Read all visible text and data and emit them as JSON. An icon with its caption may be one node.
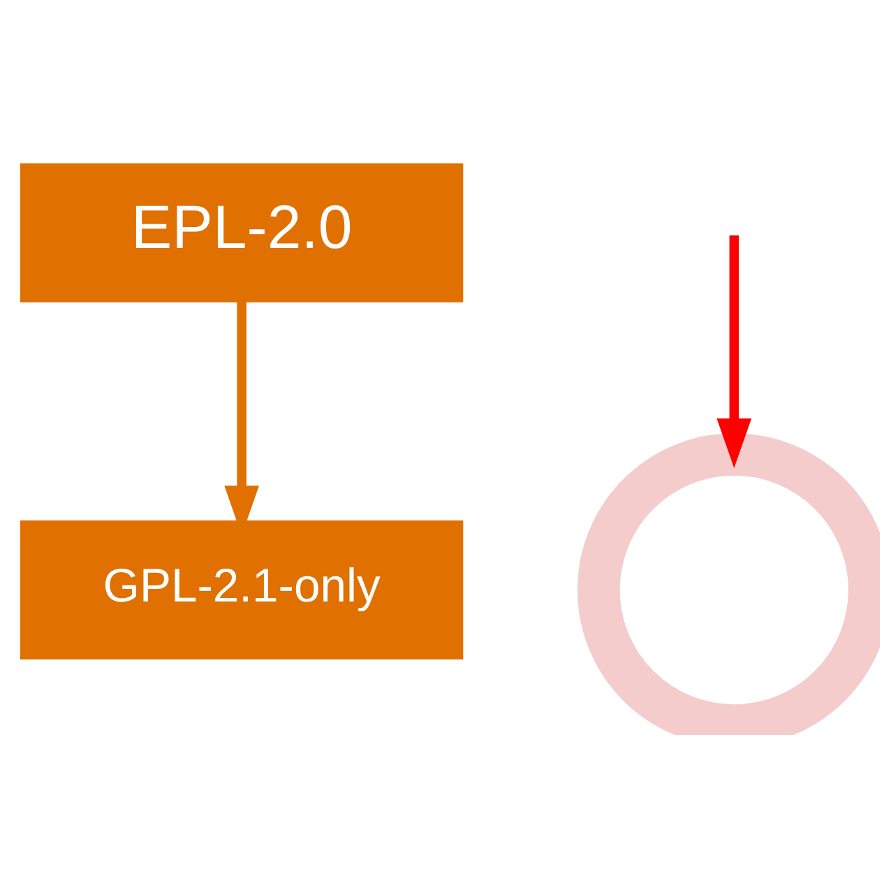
{
  "diagram": {
    "nodes": [
      {
        "text": [
          "EPL-2.0"
        ]
      },
      {
        "text": [
          "GPL-2.1-only"
        ]
      },
      {
        "text": [],
        "shape": "circle"
      }
    ],
    "edges": [
      {
        "from": 0,
        "to": 1,
        "arrow": "to"
      },
      {
        "from": null,
        "to": 2,
        "arrow": "to",
        "color": "#ff0000"
      }
    ]
  }
}
